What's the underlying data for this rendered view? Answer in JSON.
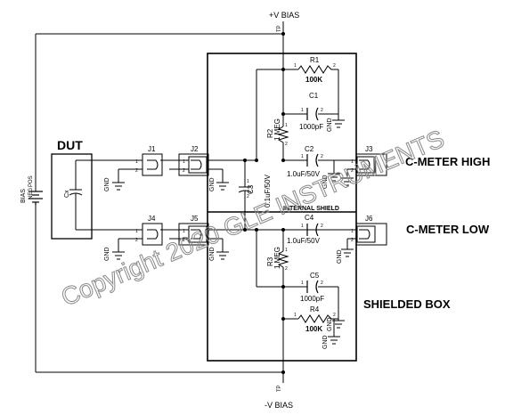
{
  "labels": {
    "vbias_pos": "+V BIAS",
    "vbias_neg": "-V BIAS",
    "tp": "TP",
    "dut": "DUT",
    "bias": "BIAS",
    "neg": "NEG",
    "pos": "POS",
    "cx": "Cx",
    "gnd": "GND",
    "internal_shield": "INTERNAL SHIELD",
    "shielded_box": "SHIELDED BOX",
    "c_meter_high": "C-METER HIGH",
    "c_meter_low": "C-METER LOW",
    "pin1": "1",
    "pin2": "2"
  },
  "connectors": {
    "j1": "J1",
    "j2": "J2",
    "j3": "J3",
    "j4": "J4",
    "j5": "J5",
    "j6": "J6"
  },
  "components": {
    "r1": {
      "ref": "R1",
      "value": "100K"
    },
    "r2": {
      "ref": "R2",
      "value": "1 MEG"
    },
    "r3": {
      "ref": "R3",
      "value": "1 MEG"
    },
    "r4": {
      "ref": "R4",
      "value": "100K"
    },
    "c1": {
      "ref": "C1",
      "value": "1000pF"
    },
    "c2": {
      "ref": "C2",
      "value": "1.0uF/50V"
    },
    "c3": {
      "ref": "C3",
      "value": "0.1uF/50V"
    },
    "c4": {
      "ref": "C4",
      "value": "1.0uF/50V"
    },
    "c5": {
      "ref": "C5",
      "value": "1000pF"
    }
  },
  "watermarks": {
    "copyright": "Copyright 2020 GLE INSTRUMENTS"
  }
}
